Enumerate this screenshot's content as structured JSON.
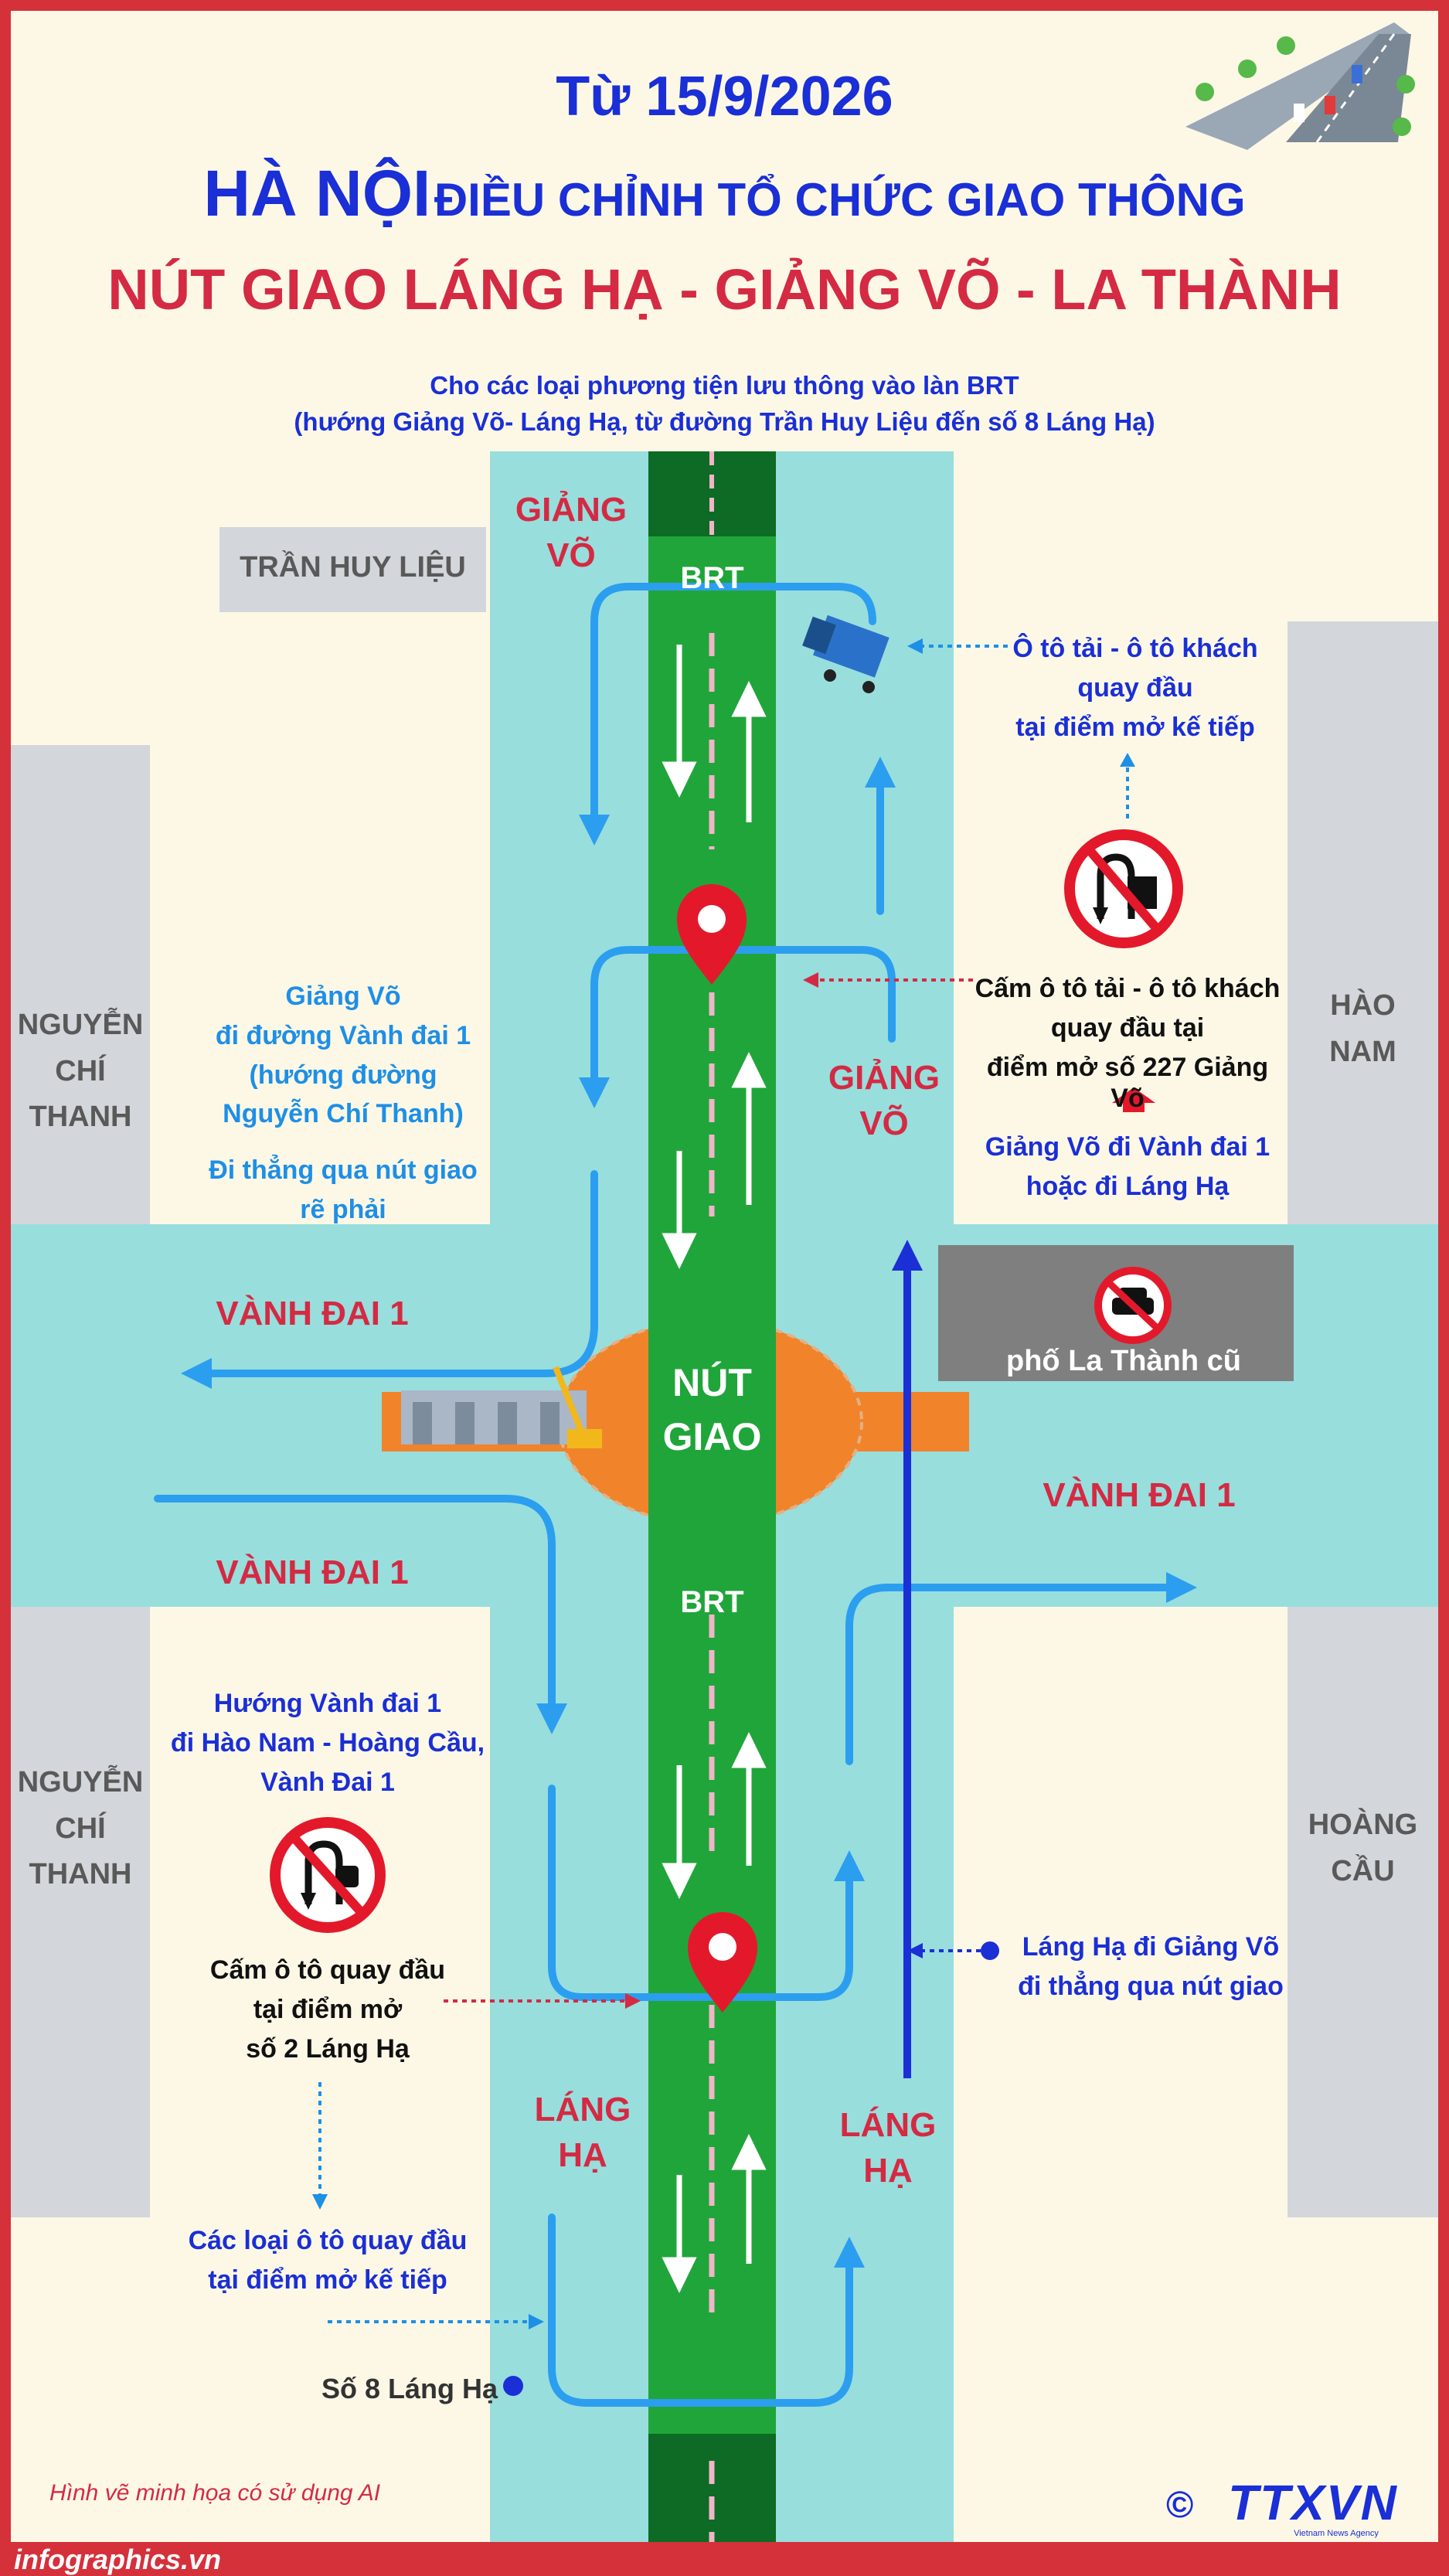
{
  "header": {
    "date_line": "Từ 15/9/2026",
    "city": "HÀ NỘI",
    "subtitle": "ĐIỀU CHỈNH TỔ CHỨC GIAO THÔNG",
    "title": "NÚT GIAO LÁNG HẠ - GIẢNG VÕ - LA THÀNH",
    "note_line1": "Cho các loại phương tiện lưu thông vào làn BRT",
    "note_line2": "(hướng Giảng Võ- Láng Hạ, từ đường Trần Huy Liệu đến số 8  Láng Hạ)"
  },
  "streets": {
    "tran_huy_lieu": "TRẦN HUY LIỆU",
    "nguyen_chi_thanh_top": [
      "NGUYỄN",
      "CHÍ",
      "THANH"
    ],
    "nguyen_chi_thanh_bottom": [
      "NGUYỄN",
      "CHÍ",
      "THANH"
    ],
    "hao_nam": [
      "HÀO",
      "NAM"
    ],
    "hoang_cau": [
      "HOÀNG",
      "CẦU"
    ],
    "la_thanh_cu": "phố La Thành cũ",
    "giang_vo_top": [
      "GIẢNG",
      "VÕ"
    ],
    "giang_vo_right": [
      "GIẢNG",
      "VÕ"
    ],
    "vanh_dai_left_top": "VÀNH ĐAI 1",
    "vanh_dai_left_bottom": "VÀNH ĐAI 1",
    "vanh_dai_right": "VÀNH ĐAI 1",
    "lang_ha_left": [
      "LÁNG",
      "HẠ"
    ],
    "lang_ha_right": [
      "LÁNG",
      "HẠ"
    ]
  },
  "lanes": {
    "brt_top": "BRT",
    "brt_mid": "BRT",
    "junction": [
      "NÚT",
      "GIAO"
    ]
  },
  "annotations": {
    "truck_uturn": [
      "Ô tô tải - ô tô khách",
      "quay đầu",
      "tại điểm mở kế tiếp"
    ],
    "ban_truck": [
      "Cấm ô tô tải - ô tô khách",
      "quay đầu tại",
      "điểm mở số 227 Giảng Võ"
    ],
    "gv_to_vd1": [
      "Giảng Võ đi Vành đai 1",
      "hoặc đi Láng Hạ"
    ],
    "gv_to_vd1_left": [
      "Giảng Võ",
      "đi đường Vành đai 1",
      "(hướng đường",
      "Nguyễn Chí Thanh)"
    ],
    "straight_right": [
      "Đi thẳng qua nút giao",
      "rẽ phải"
    ],
    "vd1_to_haonam": [
      "Hướng Vành đai 1",
      "đi Hào Nam - Hoàng Cầu,",
      "Vành Đai 1"
    ],
    "ban_car": [
      "Cấm ô tô quay đầu",
      "tại điểm mở",
      "số 2 Láng Hạ"
    ],
    "car_uturn": [
      "Các loại ô tô quay đầu",
      "tại điểm mở kế tiếp"
    ],
    "lh_to_gv": [
      "Láng Hạ đi Giảng Võ",
      "đi thẳng qua nút giao"
    ],
    "so8": "Số 8 Láng Hạ"
  },
  "footer": {
    "ai_note": "Hình vẽ minh họa có sử dụng AI",
    "site": "infographics.vn",
    "copyright": "©",
    "logo": "TTXVN",
    "logo_sub": "Vietnam News Agency"
  },
  "colors": {
    "frame": "#d5313b",
    "background": "#fdf8e6",
    "road": "#98dedd",
    "brt": "#20a53a",
    "arrow": "#2c9ef0",
    "arrow_dark": "#1a2fd6",
    "junction": "#f1832a",
    "title_blue": "#1a2fd6",
    "title_red": "#d42a43"
  }
}
